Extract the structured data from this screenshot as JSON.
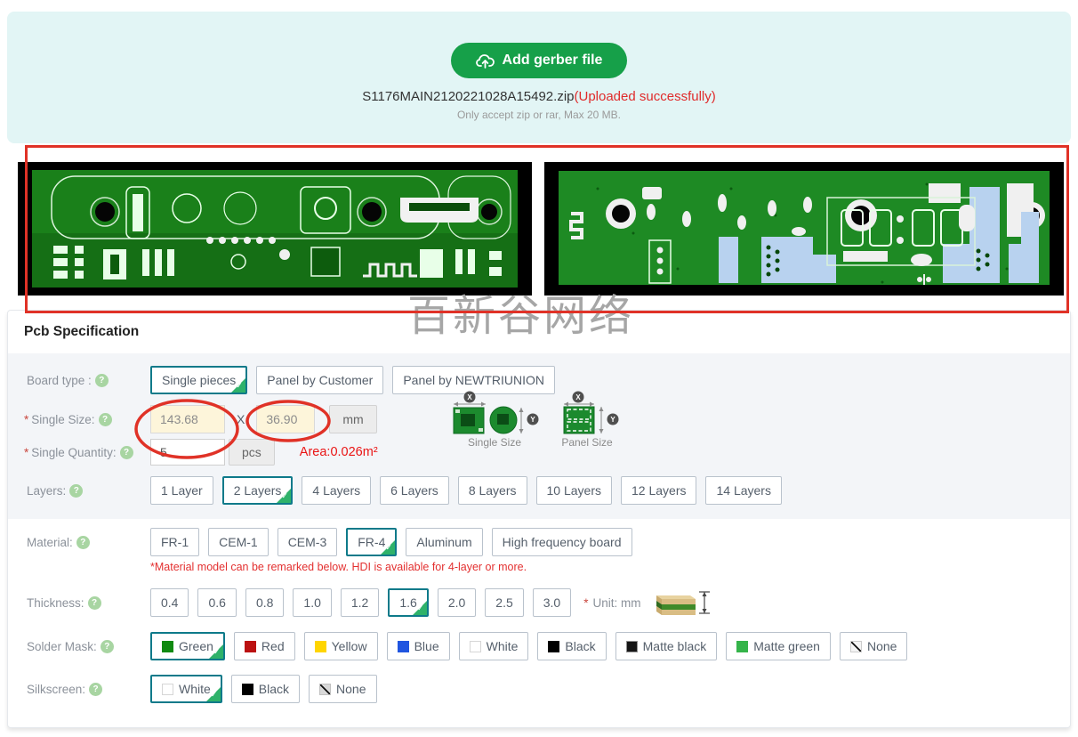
{
  "icons": {
    "question_mark": "?",
    "check": "✓",
    "x_axis": "X",
    "y_axis": "Y"
  },
  "upload": {
    "button_label": "Add gerber file",
    "filename": "S1176MAIN2120221028A15492.zip",
    "status": "(Uploaded successfully)",
    "hint": "Only accept zip or rar, Max 20 MB."
  },
  "watermark": "百新谷网络",
  "spec": {
    "heading": "Pcb Specification",
    "board_type": {
      "label": "Board type :",
      "required": "",
      "options": [
        {
          "label": "Single pieces",
          "selected": true
        },
        {
          "label": "Panel by Customer"
        },
        {
          "label": "Panel by NEWTRIUNION"
        }
      ]
    },
    "single_size": {
      "label": "Single Size:",
      "required": "*",
      "width_value": "143.68",
      "separator": "X",
      "height_value": "36.90",
      "unit": "mm"
    },
    "size_icons": {
      "single_label": "Single Size",
      "panel_label": "Panel Size"
    },
    "single_quantity": {
      "label": "Single Quantity:",
      "required": "*",
      "value": "5",
      "unit": "pcs",
      "area": "Area:0.026m²"
    },
    "layers": {
      "label": "Layers:",
      "required": "",
      "options": [
        {
          "label": "1 Layer"
        },
        {
          "label": "2 Layers",
          "selected": true
        },
        {
          "label": "4 Layers"
        },
        {
          "label": "6 Layers"
        },
        {
          "label": "8 Layers"
        },
        {
          "label": "10 Layers"
        },
        {
          "label": "12 Layers"
        },
        {
          "label": "14 Layers"
        }
      ]
    },
    "material": {
      "label": "Material:",
      "required": "",
      "options": [
        {
          "label": "FR-1"
        },
        {
          "label": "CEM-1"
        },
        {
          "label": "CEM-3"
        },
        {
          "label": "FR-4",
          "selected": true
        },
        {
          "label": "Aluminum"
        },
        {
          "label": "High frequency board"
        }
      ],
      "note": "*Material model can be remarked below. HDI is available for 4-layer or more."
    },
    "thickness": {
      "label": "Thickness:",
      "required": "",
      "options": [
        {
          "label": "0.4"
        },
        {
          "label": "0.6"
        },
        {
          "label": "0.8"
        },
        {
          "label": "1.0"
        },
        {
          "label": "1.2"
        },
        {
          "label": "1.6",
          "selected": true
        },
        {
          "label": "2.0"
        },
        {
          "label": "2.5"
        },
        {
          "label": "3.0"
        }
      ],
      "unit_required": "*",
      "unit_note": "Unit: mm"
    },
    "solder_mask": {
      "label": "Solder Mask:",
      "required": "",
      "options": [
        {
          "label": "Green",
          "selected": true,
          "swatch": {
            "color": "#118a11"
          }
        },
        {
          "label": "Red",
          "swatch": {
            "color": "#bb1111"
          }
        },
        {
          "label": "Yellow",
          "swatch": {
            "color": "#ffd500"
          }
        },
        {
          "label": "Blue",
          "swatch": {
            "color": "#2055e0"
          }
        },
        {
          "label": "White",
          "swatch": {
            "color": "#ffffff",
            "border": "#d6d6d6"
          }
        },
        {
          "label": "Black",
          "swatch": {
            "color": "#000000"
          }
        },
        {
          "label": "Matte black",
          "swatch": {
            "color": "#151515",
            "border": "#8f8f8f"
          }
        },
        {
          "label": "Matte green",
          "swatch": {
            "color": "#35b44a"
          }
        },
        {
          "label": "None",
          "swatch": {
            "color": "#f5f5f5",
            "border": "#cccccc",
            "diagonal": true
          }
        }
      ]
    },
    "silkscreen": {
      "label": "Silkscreen:",
      "required": "",
      "options": [
        {
          "label": "White",
          "selected": true,
          "swatch": {
            "color": "#ffffff",
            "border": "#d6d6d6"
          }
        },
        {
          "label": "Black",
          "swatch": {
            "color": "#000000"
          }
        },
        {
          "label": "None",
          "swatch": {
            "color": "#d9d9d9",
            "border": "#c0c0c0",
            "diagonal": true
          }
        }
      ]
    }
  }
}
